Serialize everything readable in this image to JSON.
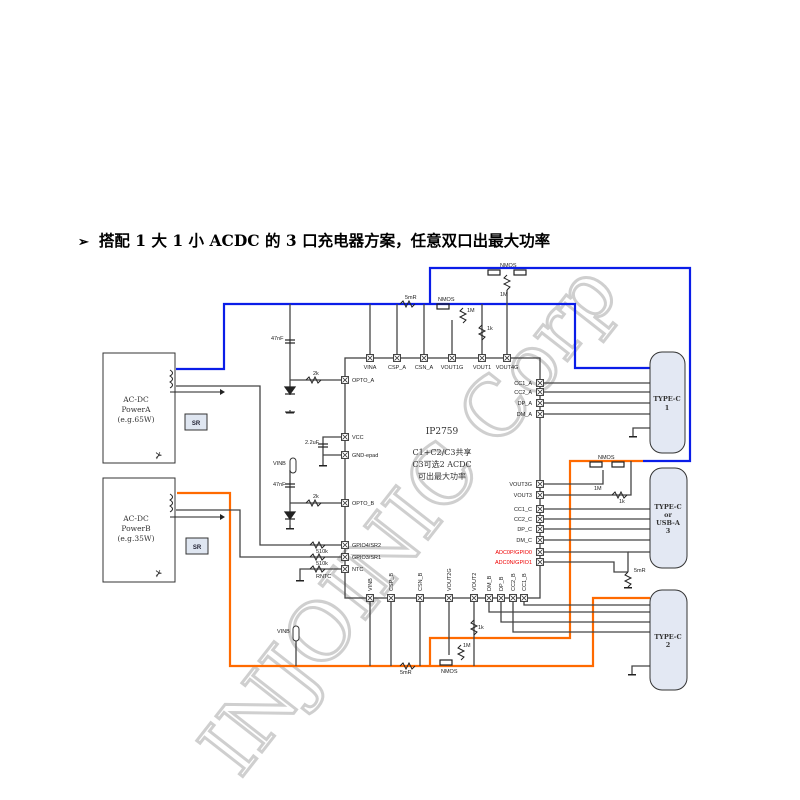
{
  "heading": {
    "bullet": "➢",
    "text": "搭配 1 大 1 小 ACDC 的 3 口充电器方案，任意双口出最大功率"
  },
  "watermark": "INJOINIC Corp",
  "ic": {
    "name": "IP2759",
    "note_lines": [
      "C1+C2/C3共享",
      "C3可选2 ACDC",
      "可出最大功率"
    ],
    "top_pins": [
      "VINA",
      "CSP_A",
      "CSN_A",
      "VOUT1G",
      "VOUT1",
      "VOUT4G"
    ],
    "left_pins": [
      "OPTO_A",
      "VCC",
      "GND-epad",
      "OPTO_B",
      "GPIO4/SR2",
      "GPIO3/SR1",
      "NTC"
    ],
    "right_pins": [
      "CC1_A",
      "CC2_A",
      "DP_A",
      "DM_A",
      "VOUT3G",
      "VOUT3",
      "CC1_C",
      "CC2_C",
      "DP_C",
      "DM_C",
      "ADC0P/GPIO0",
      "ADC0N/GPIO1"
    ],
    "bottom_pins": [
      "VINB",
      "CSP_B",
      "CSN_B",
      "VOUT2G",
      "VOUT2",
      "DM_B",
      "DP_B",
      "CC2_B",
      "CC1_B"
    ]
  },
  "power_a": {
    "lines": [
      "AC-DC",
      "PowerA",
      "(e.g.65W)"
    ],
    "sr": "SR"
  },
  "power_b": {
    "lines": [
      "AC-DC",
      "PowerB",
      "(e.g.35W)"
    ],
    "sr": "SR"
  },
  "ports": {
    "c1": [
      "TYPE-C",
      "1"
    ],
    "c3": [
      "TYPE-C",
      "or",
      "USB-A",
      "3"
    ],
    "c2": [
      "TYPE-C",
      "2"
    ]
  },
  "components": {
    "r_sense_a": "5mR",
    "nmos_top": "NMOS",
    "r_top": "1M",
    "nmos_a": "NMOS",
    "r_a_1m": "1M",
    "r_vout1": "1k",
    "c_opto_a": "47nF",
    "r_opto_a": "2k",
    "c_vcc": "2.2uF",
    "vinb_left": "VINB",
    "c_opto_b": "47nF",
    "r_opto_b": "2k",
    "r_gpio4": "510k",
    "r_gpio3": "510k",
    "rntc": "RNTC",
    "nmos_c3": "NMOS",
    "r_c3_1m": "1M",
    "r_c3_1k": "1k",
    "r_c3_sense": "5mR",
    "vinb_bottom": "VINB",
    "r_sense_b": "5mR",
    "nmos_b": "NMOS",
    "r_b_1m": "1M",
    "r_vout2": "1k"
  }
}
